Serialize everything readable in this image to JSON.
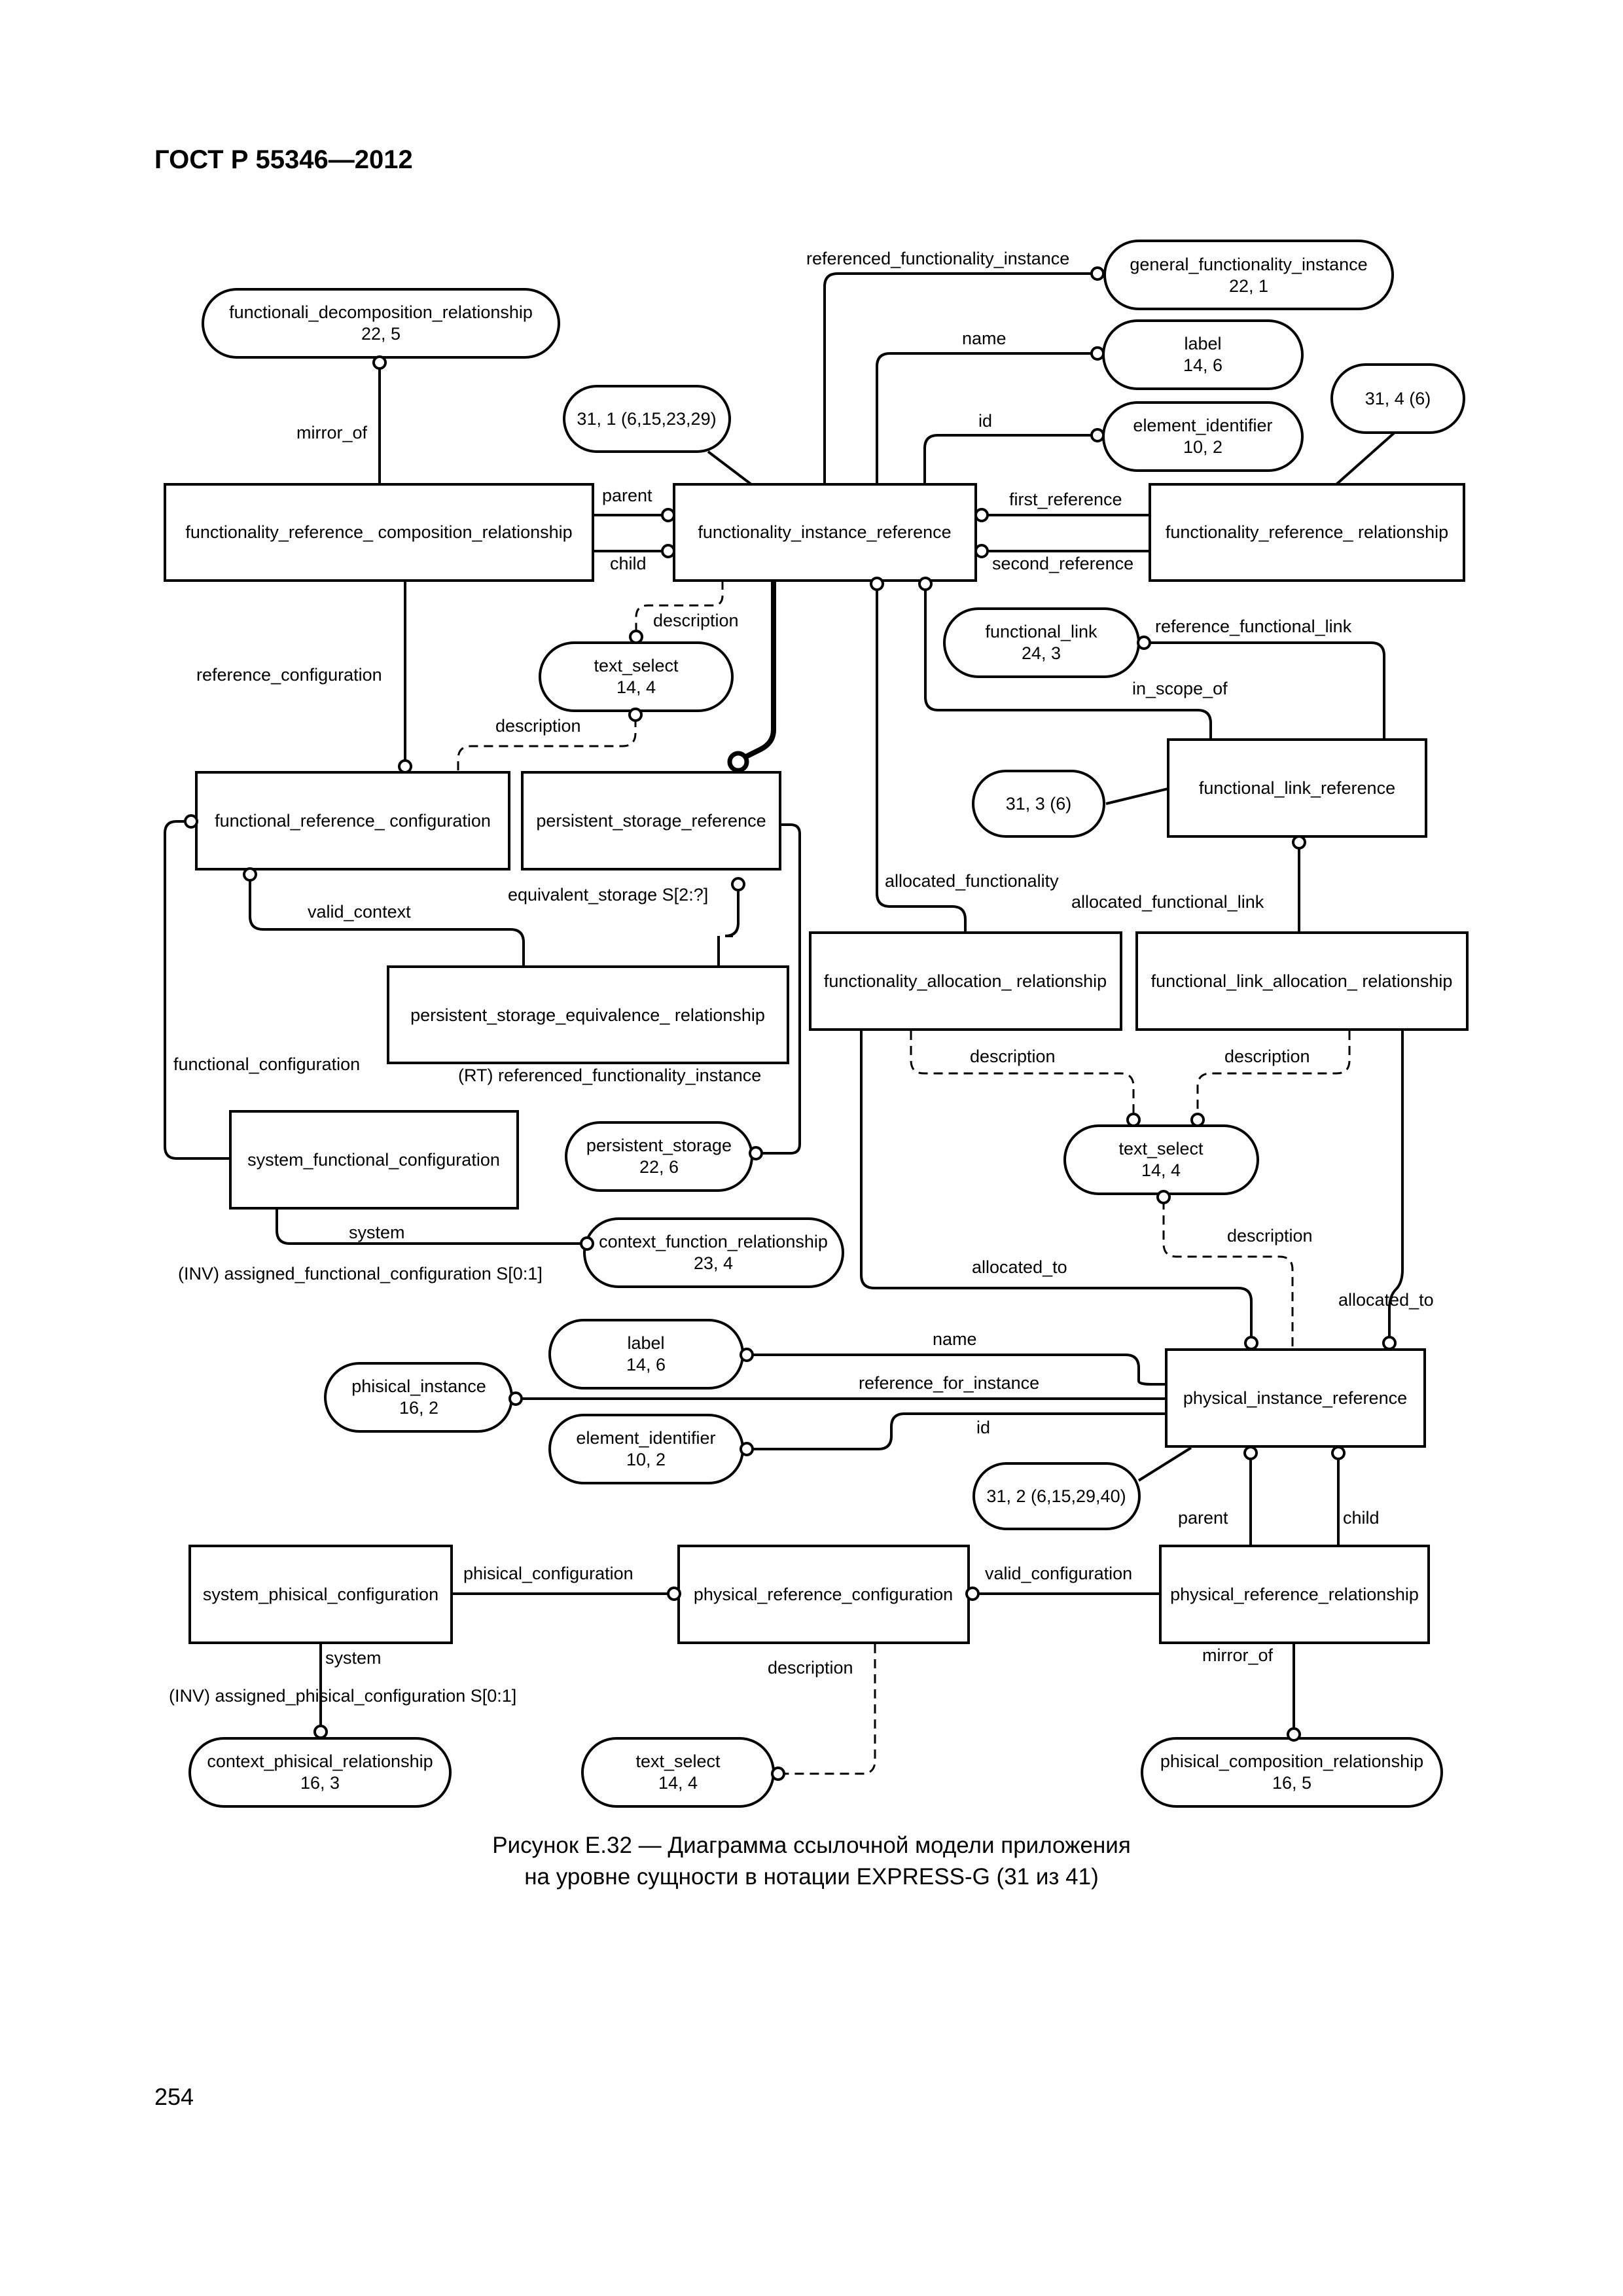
{
  "header": {
    "document_code": "ГОСТ Р 55346—2012"
  },
  "caption": {
    "line1": "Рисунок Е.32 — Диаграмма ссылочной модели приложения",
    "line2": "на уровне сущности в нотации EXPRESS-G (31 из 41)"
  },
  "footer": {
    "page_number": "254"
  },
  "entities": {
    "functionality_reference_composition_relationship": "functionality_reference_ composition_relationship",
    "functionality_instance_reference": "functionality_instance_reference",
    "functionality_reference_relationship": "functionality_reference_ relationship",
    "functional_reference_configuration": "functional_reference_ configuration",
    "persistent_storage_reference": "persistent_storage_reference",
    "functional_link_reference": "functional_link_reference",
    "persistent_storage_equivalence_relationship": "persistent_storage_equivalence_ relationship",
    "functionality_allocation_relationship": "functionality_allocation_ relationship",
    "functional_link_allocation_relationship": "functional_link_allocation_ relationship",
    "system_functional_configuration": "system_functional_configuration",
    "physical_instance_reference": "physical_instance_reference",
    "system_phisical_configuration": "system_phisical_configuration",
    "physical_reference_configuration": "physical_reference_configuration",
    "physical_reference_relationship": "physical_reference_relationship"
  },
  "references": {
    "general_functionality_instance": [
      "general_functionality_instance",
      "22, 1"
    ],
    "functionali_decomposition_relationship": [
      "functionali_decomposition_relationship",
      "22, 5"
    ],
    "label_top": [
      "label",
      "14, 6"
    ],
    "element_identifier_top": [
      "element_identifier",
      "10, 2"
    ],
    "page_ref_31_4": [
      "31, 4 (6)"
    ],
    "page_ref_31_1": [
      "31, 1 (6,15,23,29)"
    ],
    "text_select_top": [
      "text_select",
      "14, 4"
    ],
    "functional_link": [
      "functional_link",
      "24, 3"
    ],
    "page_ref_31_3": [
      "31, 3 (6)"
    ],
    "text_select_mid": [
      "text_select",
      "14, 4"
    ],
    "persistent_storage": [
      "persistent_storage",
      "22, 6"
    ],
    "context_function_relationship": [
      "context_function_relationship",
      "23, 4"
    ],
    "label_bottom": [
      "label",
      "14, 6"
    ],
    "phisical_instance": [
      "phisical_instance",
      "16, 2"
    ],
    "element_identifier_bottom": [
      "element_identifier",
      "10, 2"
    ],
    "page_ref_31_2": [
      "31, 2 (6,15,29,40)"
    ],
    "context_phisical_relationship": [
      "context_phisical_relationship",
      "16, 3"
    ],
    "text_select_bottom": [
      "text_select",
      "14, 4"
    ],
    "phisical_composition_relationship": [
      "phisical_composition_relationship",
      "16, 5"
    ]
  },
  "attributes": {
    "referenced_functionality_instance": "referenced_functionality_instance",
    "name_top": "name",
    "id_top": "id",
    "mirror_of_top": "mirror_of",
    "parent_top": "parent",
    "child_top": "child",
    "first_reference": "first_reference",
    "second_reference": "second_reference",
    "description_1": "description",
    "reference_functional_link": "reference_functional_link",
    "in_scope_of": "in_scope_of",
    "reference_configuration": "reference_configuration",
    "description_2": "description",
    "allocated_functionality": "allocated_functionality",
    "allocated_functional_link": "allocated_functional_link",
    "valid_context": "valid_context",
    "equivalent_storage": "equivalent_storage S[2:?]",
    "functional_configuration": "functional_configuration",
    "rt_referenced_functionality_instance": "(RT) referenced_functionality_instance",
    "description_3": "description",
    "description_4": "description",
    "system_top": "system",
    "inv_assigned_functional_configuration": "(INV) assigned_functional_configuration S[0:1]",
    "description_5": "description",
    "allocated_to_left": "allocated_to",
    "allocated_to_right": "allocated_to",
    "name_bottom": "name",
    "reference_for_instance": "reference_for_instance",
    "id_bottom": "id",
    "parent_bottom": "parent",
    "child_bottom": "child",
    "phisical_configuration": "phisical_configuration",
    "valid_configuration": "valid_configuration",
    "system_bottom": "system",
    "description_6": "description",
    "mirror_of_bottom": "mirror_of",
    "inv_assigned_phisical_configuration": "(INV) assigned_phisical_configuration S[0:1]"
  }
}
